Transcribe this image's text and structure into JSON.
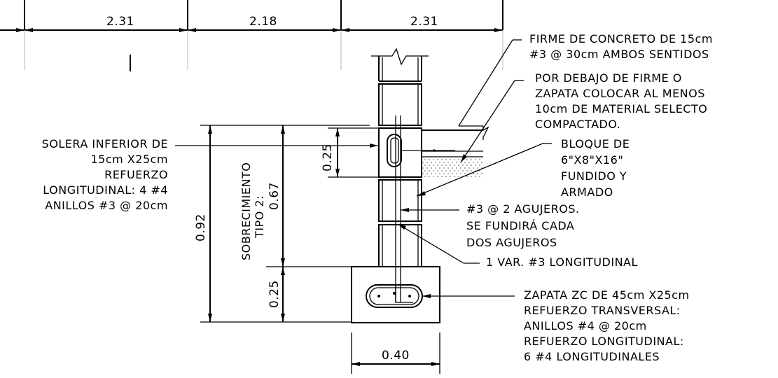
{
  "top_dimensions": [
    "2.31",
    "2.18",
    "2.31"
  ],
  "notes": {
    "firme": [
      "FIRME DE CONCRETO DE 15cm",
      "#3 @ 30cm AMBOS SENTIDOS"
    ],
    "debajo": [
      "POR DEBAJO DE FIRME O",
      "ZAPATA COLOCAR AL MENOS",
      "10cm DE MATERIAL SELECTO",
      "COMPACTADO."
    ],
    "solera": [
      "SOLERA INFERIOR DE",
      "15cm X25cm",
      "REFUERZO",
      "LONGITUDINAL: 4 #4",
      "ANILLOS #3 @ 20cm"
    ],
    "bloque": [
      "BLOQUE DE",
      "6\"X8\"X16\"",
      "FUNDIDO Y",
      "ARMADO"
    ],
    "agujeros": [
      "#3 @ 2 AGUJEROS.",
      "SE FUNDIRÁ CADA",
      "DOS AGUJEROS"
    ],
    "var": "1 VAR. #3 LONGITUDINAL",
    "zapata": [
      "ZAPATA ZC DE 45cm X25cm",
      "REFUERZO TRANSVERSAL:",
      "ANILLOS #4 @ 20cm",
      "REFUERZO LONGITUDINAL:",
      "6 #4 LONGITUDINALES"
    ]
  },
  "dimensions": {
    "total_height": "0.92",
    "overlift": "0.67",
    "overlift_label": [
      "SOBRECIMIENTO",
      "TIPO 2:"
    ],
    "solera_height": "0.25",
    "footing_height": "0.25",
    "footing_width": "0.40"
  }
}
